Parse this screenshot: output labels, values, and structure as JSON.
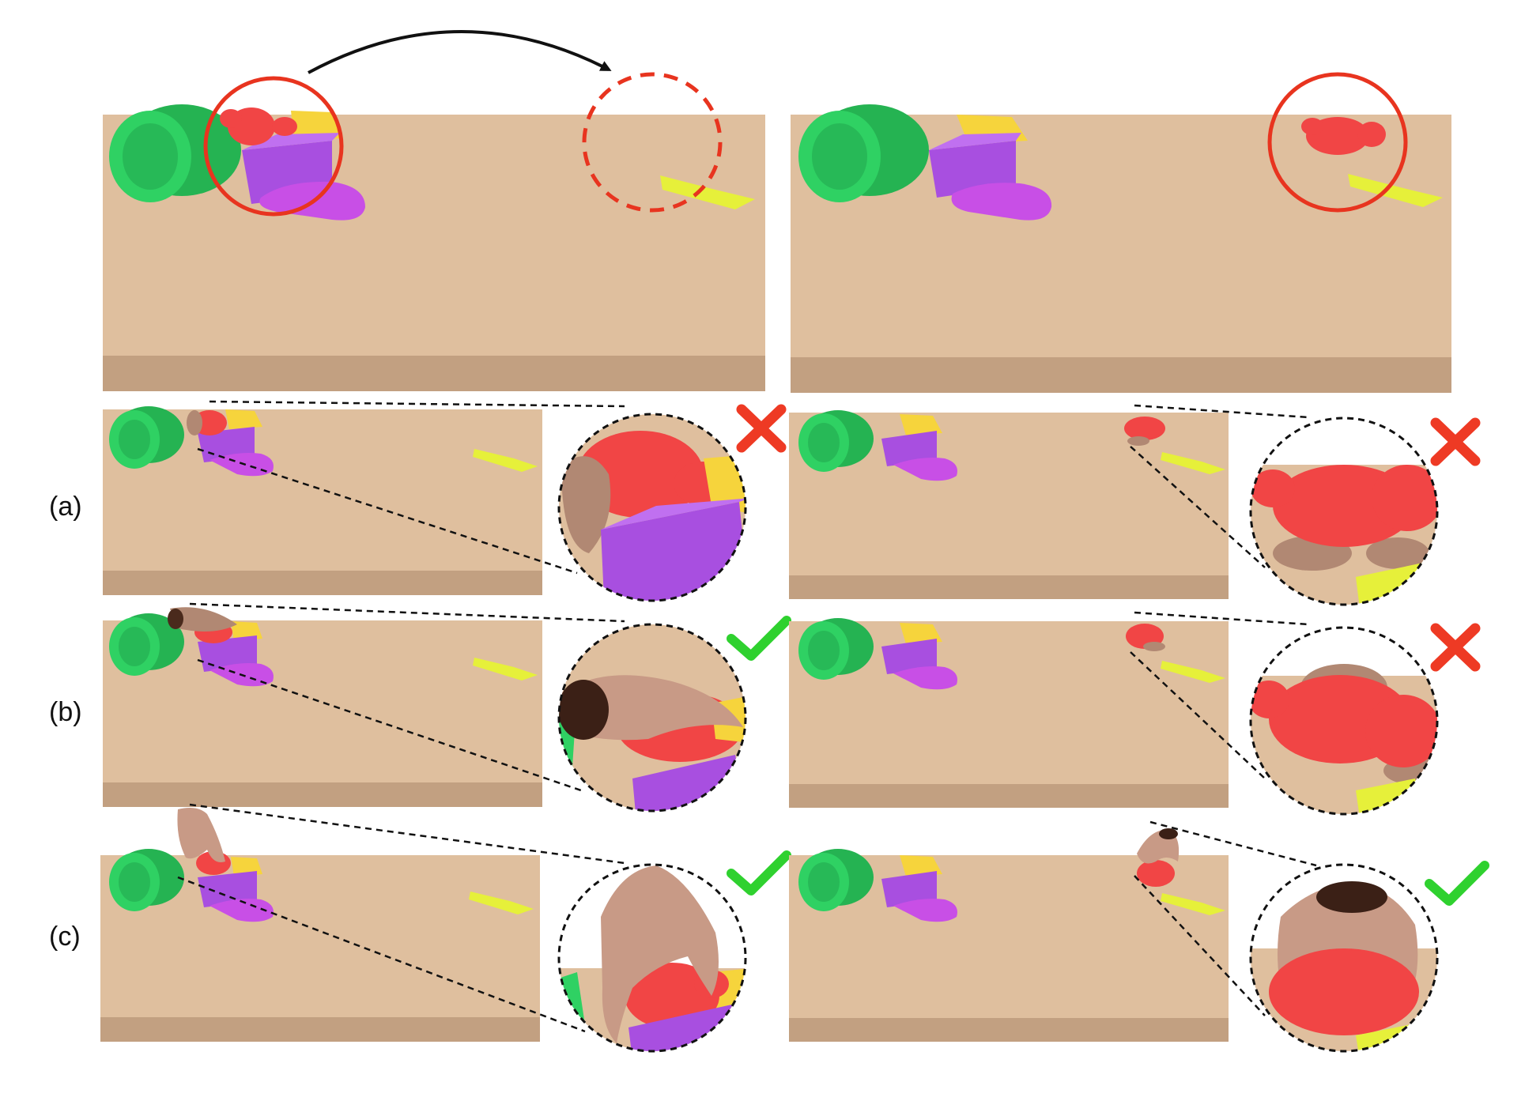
{
  "rows": {
    "a": {
      "label": "(a)",
      "left_result": "fail",
      "right_result": "fail"
    },
    "b": {
      "label": "(b)",
      "left_result": "success",
      "right_result": "fail"
    },
    "c": {
      "label": "(c)",
      "left_result": "success",
      "right_result": "success"
    }
  },
  "colors": {
    "table_top": "#dfbf9e",
    "table_edge": "#c2a081",
    "cup_green": "#2fd163",
    "target_red": "#f14545",
    "block_yellow": "#f6d43c",
    "block_lime": "#e6f03a",
    "box_purple": "#a84fe0",
    "mouse_magenta": "#c84fe6",
    "hand_skin": "#c89a86",
    "circle_red": "#e8341f",
    "check_green": "#2fd12f",
    "cross_red": "#ee3a24"
  },
  "icons": {
    "arrow": "curved-arrow-icon",
    "fail": "cross-icon",
    "success": "check-icon"
  }
}
